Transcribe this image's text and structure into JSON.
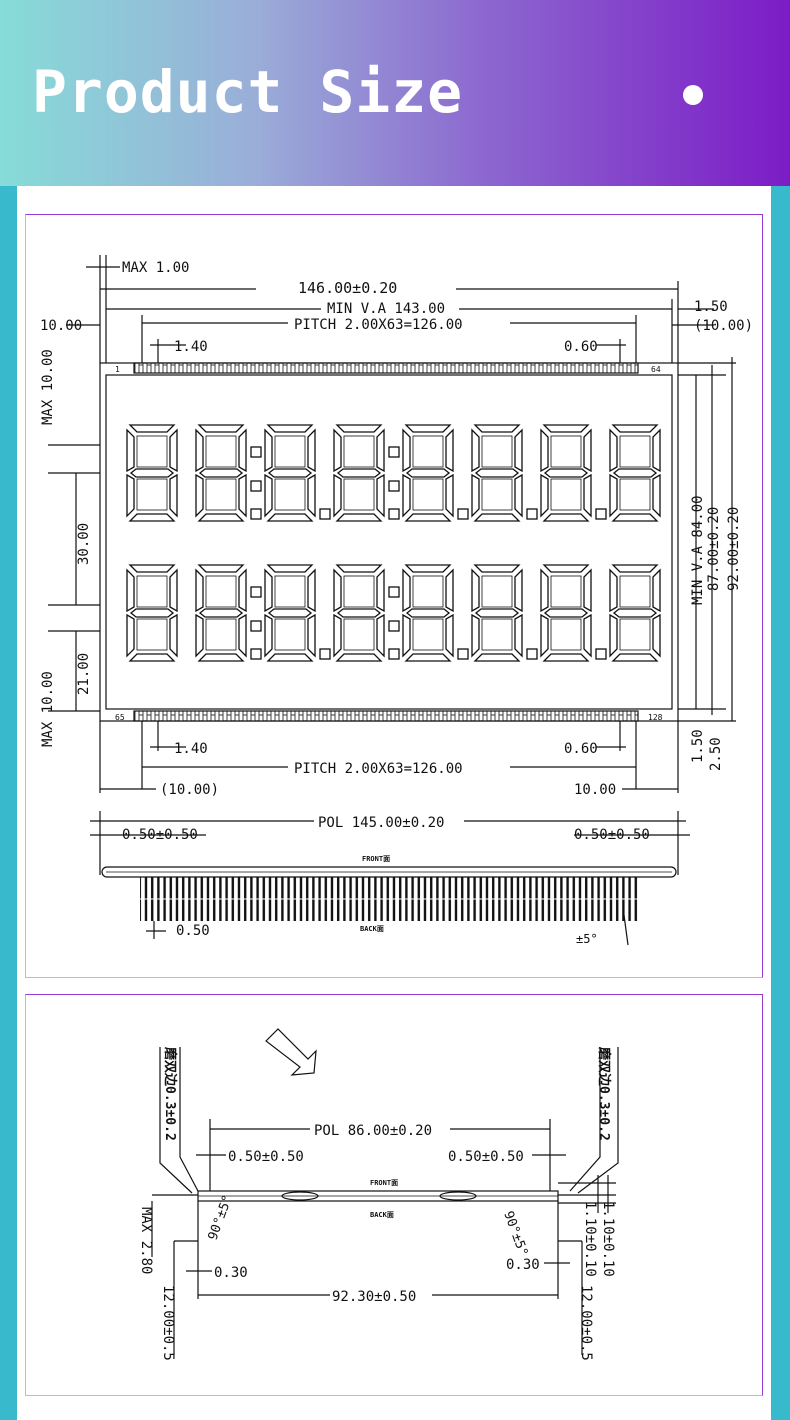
{
  "header": {
    "title": "Product Size"
  },
  "top_drawing": {
    "max_1": "MAX 1.00",
    "width_total": "146.00±0.20",
    "min_va_w": "MIN V.A 143.00",
    "pitch_top": "PITCH 2.00X63=126.00",
    "right_150": "1.50",
    "right_1000p": "(10.00)",
    "left_1000": "10.00",
    "pin_140_top": "1.40",
    "pin_060_top": "0.60",
    "pin1": "1",
    "pin64": "64",
    "pin65": "65",
    "pin128": "128",
    "max_10_top": "MAX 10.00",
    "dim_30": "30.00",
    "dim_21": "21.00",
    "max_10_bot": "MAX 10.00",
    "min_va_h": "MIN V.A 84.00",
    "h_87": "87.00±0.20",
    "h_92": "92.00±0.20",
    "b_150": "1.50",
    "b_250": "2.50",
    "pin_140_bot": "1.40",
    "pin_060_bot": "0.60",
    "pitch_bot": "PITCH 2.00X63=126.00",
    "bot_1000p": "(10.00)",
    "bot_1000": "10.00",
    "pol_145": "POL 145.00±0.20",
    "tol_left": "0.50±0.50",
    "tol_right": "0.50±0.50",
    "front": "FRONT面",
    "back": "BACK面",
    "pin_050": "0.50",
    "angle_5": "±5°"
  },
  "bottom_drawing": {
    "note_left": "磨双边0.3±0.2",
    "note_right": "磨双边0.3±0.2",
    "pol_86": "POL 86.00±0.20",
    "tol_left": "0.50±0.50",
    "tol_right": "0.50±0.50",
    "front": "FRONT面",
    "back": "BACK面",
    "angle_left": "90°±5°",
    "angle_right": "90°±5°",
    "max_280": "MAX 2.80",
    "dim_030_l": "0.30",
    "dim_030_r": "0.30",
    "dim_9230": "92.30±0.50",
    "dim_12_l": "12.00±0.5",
    "dim_12_r": "12.00±0.5",
    "dim_110_a": "1.10±0.10",
    "dim_110_b": "1.10±0.10"
  }
}
